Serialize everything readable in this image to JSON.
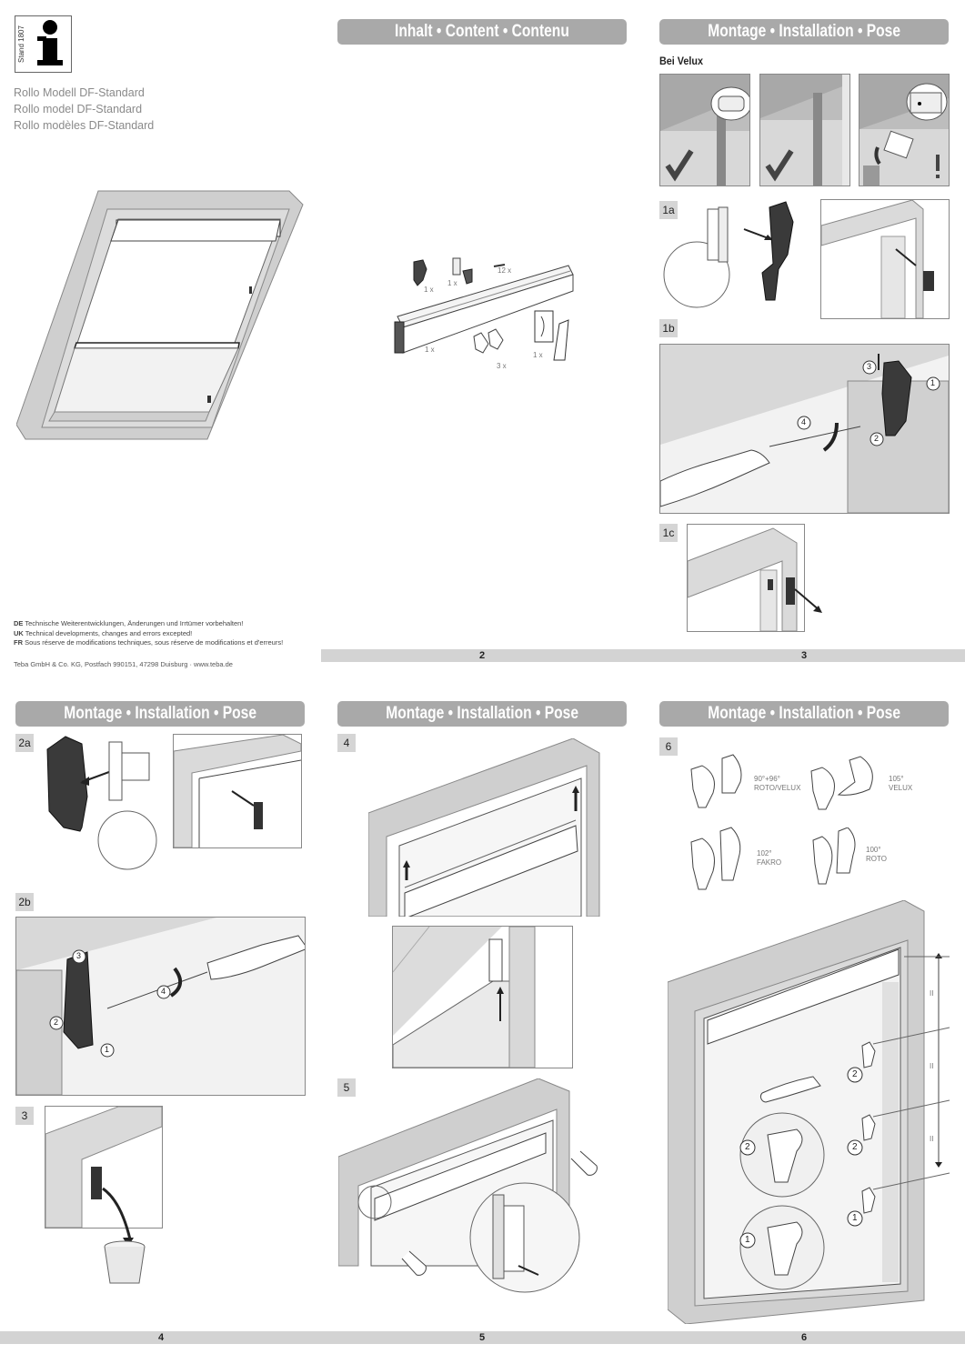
{
  "cover": {
    "info_icon": "info-i-icon",
    "stand": "Stand 1807",
    "titles": [
      "Rollo Modell DF-Standard",
      "Rollo model DF-Standard",
      "Rollo modèles DF-Standard"
    ],
    "disclaimers": [
      {
        "lang": "DE",
        "text": "Technische Weiterentwicklungen, Änderungen und Irrtümer vorbehalten!"
      },
      {
        "lang": "UK",
        "text": "Technical developments, changes and errors excepted!"
      },
      {
        "lang": "FR",
        "text": "Sous réserve de modifications techniques, sous réserve de modifications et d'erreurs!"
      }
    ],
    "company": "Teba GmbH & Co. KG, Postfach 990151, 47298 Duisburg · www.teba.de"
  },
  "content": {
    "header": "Inhalt • Content • Contenu",
    "parts": [
      {
        "name": "clip-holder",
        "qty": "1 x"
      },
      {
        "name": "adapter-set",
        "qty": "1 x"
      },
      {
        "name": "screws",
        "qty": "12 x"
      },
      {
        "name": "roller-cassette",
        "qty": "1 x"
      },
      {
        "name": "side-brackets",
        "qty": "3 x"
      },
      {
        "name": "handle-set",
        "qty": "1 x"
      }
    ]
  },
  "install_header": "Montage • Installation • Pose",
  "page3": {
    "subtitle": "Bei Velux",
    "steps": [
      "1a",
      "1b",
      "1c"
    ],
    "callouts_1b": [
      "1",
      "2",
      "3",
      "4"
    ]
  },
  "page4": {
    "steps": [
      "2a",
      "2b",
      "3"
    ],
    "callouts_2b": [
      "1",
      "2",
      "3",
      "4"
    ]
  },
  "page5": {
    "steps": [
      "4",
      "5"
    ]
  },
  "page6": {
    "steps": [
      "6"
    ],
    "bracket_types": [
      {
        "angle": "90°+96°",
        "brand": "ROTO/VELUX"
      },
      {
        "angle": "105°",
        "brand": "VELUX"
      },
      {
        "angle": "102°",
        "brand": "FAKRO"
      },
      {
        "angle": "100°",
        "brand": "ROTO"
      }
    ],
    "callouts": [
      "2",
      "2",
      "1",
      "2",
      "1"
    ],
    "equal_marks": [
      "II",
      "II",
      "II"
    ]
  },
  "page_numbers": {
    "top": [
      "2",
      "3"
    ],
    "bottom": [
      "4",
      "5",
      "6"
    ]
  },
  "colors": {
    "header_bg": "#a9a9a9",
    "step_bg": "#d5d5d5",
    "pagebar_bg": "#d3d3d3",
    "frame": "#c8c8c8",
    "part_dark": "#3a3a3a"
  }
}
